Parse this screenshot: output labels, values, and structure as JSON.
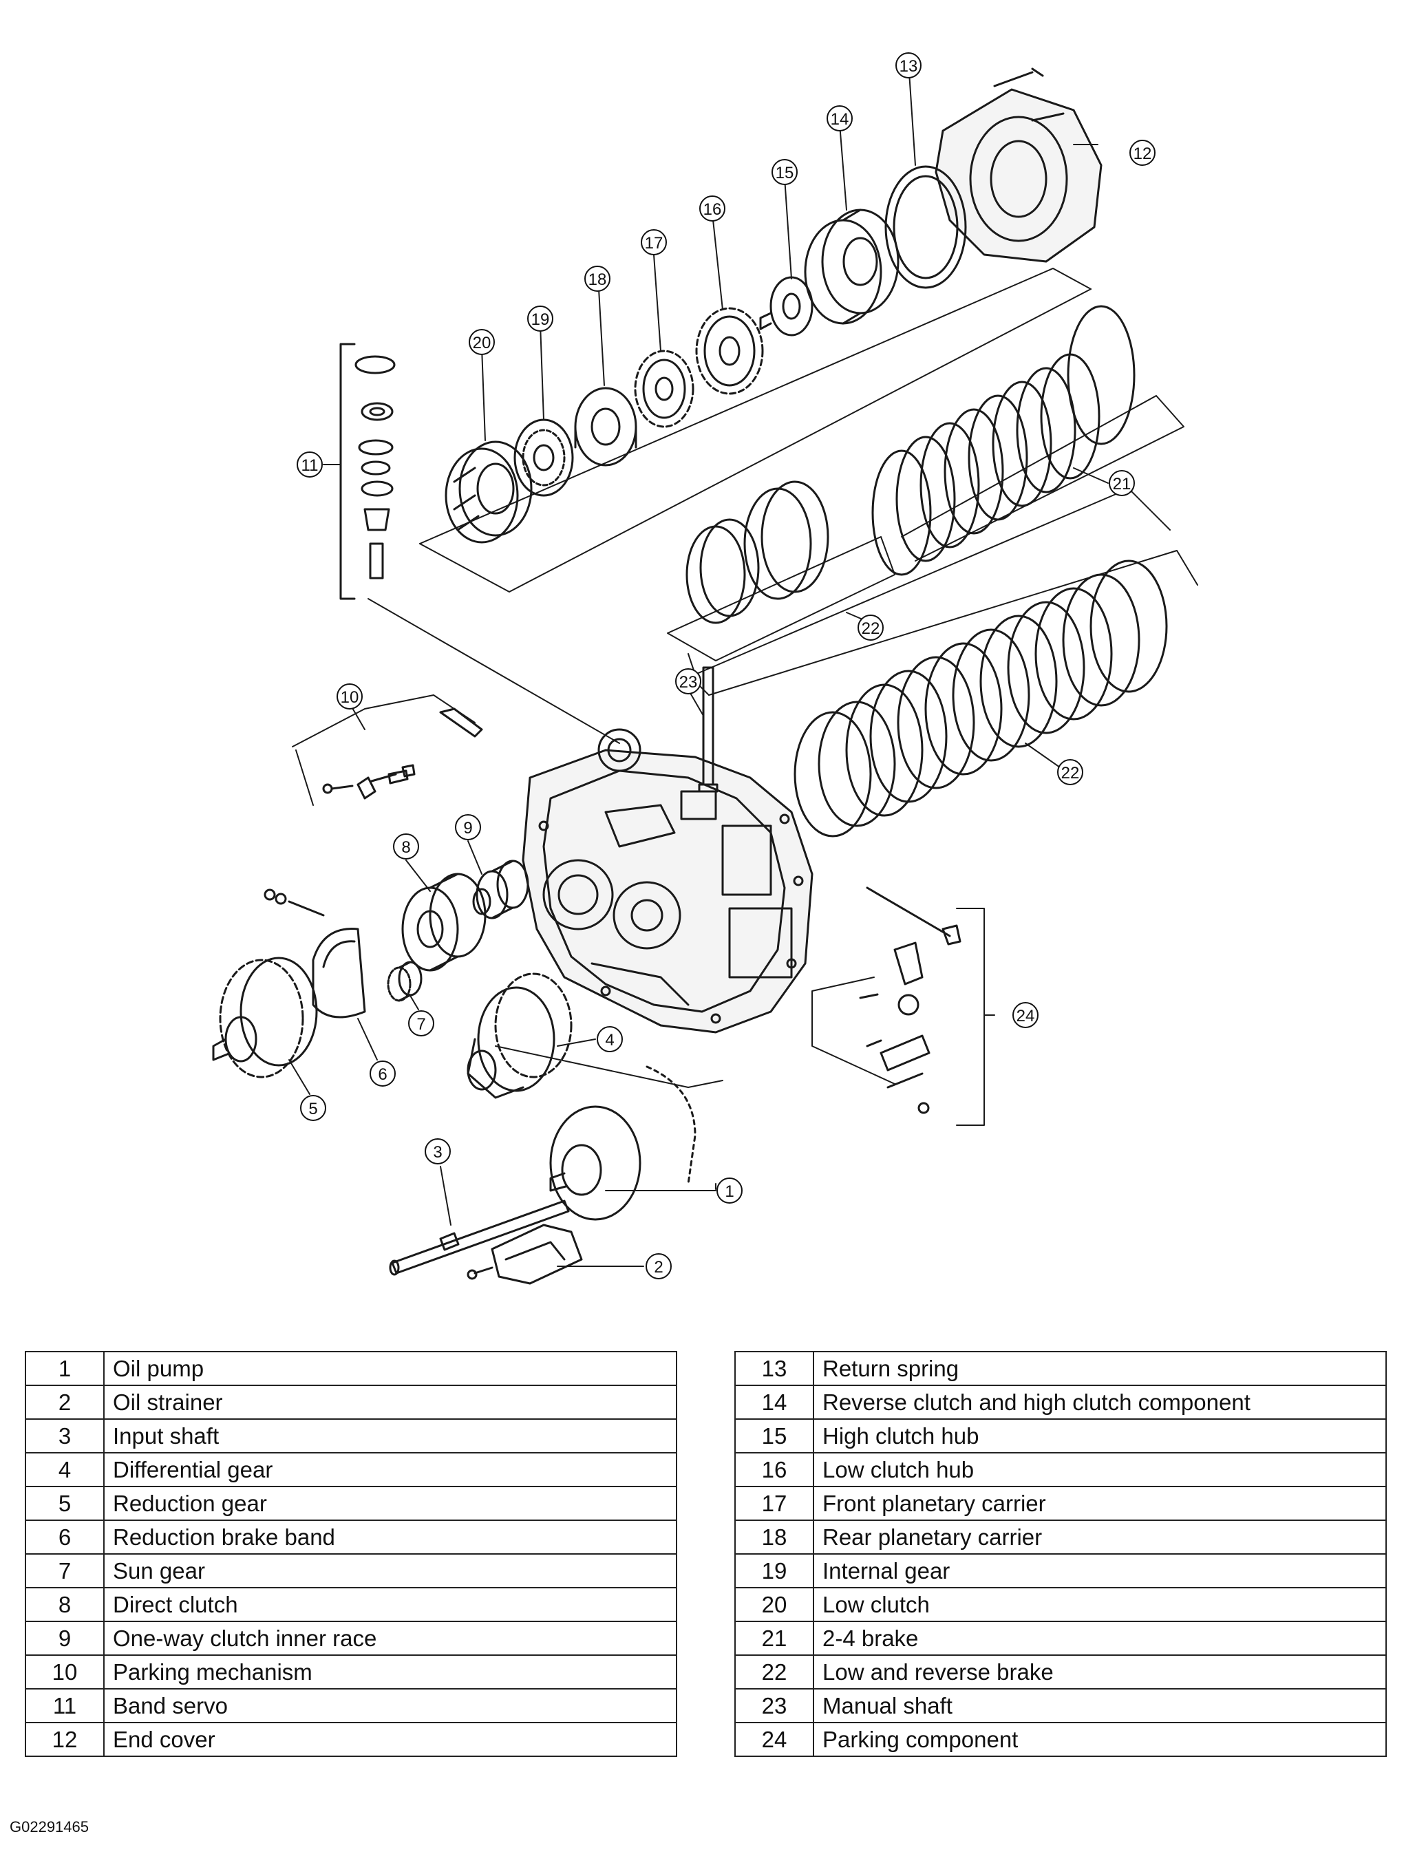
{
  "figure_code": "G02291465",
  "callouts": [
    "1",
    "2",
    "3",
    "4",
    "5",
    "6",
    "7",
    "8",
    "9",
    "10",
    "11",
    "12",
    "13",
    "14",
    "15",
    "16",
    "17",
    "18",
    "19",
    "20",
    "21",
    "22",
    "22",
    "23",
    "24"
  ],
  "parts_left": [
    {
      "num": "1",
      "name": "Oil pump"
    },
    {
      "num": "2",
      "name": "Oil strainer"
    },
    {
      "num": "3",
      "name": "Input shaft"
    },
    {
      "num": "4",
      "name": "Differential gear"
    },
    {
      "num": "5",
      "name": "Reduction gear"
    },
    {
      "num": "6",
      "name": "Reduction brake band"
    },
    {
      "num": "7",
      "name": "Sun gear"
    },
    {
      "num": "8",
      "name": "Direct clutch"
    },
    {
      "num": "9",
      "name": "One-way clutch inner race"
    },
    {
      "num": "10",
      "name": "Parking mechanism"
    },
    {
      "num": "11",
      "name": "Band servo"
    },
    {
      "num": "12",
      "name": "End cover"
    }
  ],
  "parts_right": [
    {
      "num": "13",
      "name": "Return spring"
    },
    {
      "num": "14",
      "name": "Reverse clutch and high clutch component"
    },
    {
      "num": "15",
      "name": "High clutch hub"
    },
    {
      "num": "16",
      "name": "Low clutch hub"
    },
    {
      "num": "17",
      "name": "Front planetary carrier"
    },
    {
      "num": "18",
      "name": "Rear planetary carrier"
    },
    {
      "num": "19",
      "name": "Internal gear"
    },
    {
      "num": "20",
      "name": "Low clutch"
    },
    {
      "num": "21",
      "name": "2-4 brake"
    },
    {
      "num": "22",
      "name": "Low and reverse brake"
    },
    {
      "num": "23",
      "name": "Manual shaft"
    },
    {
      "num": "24",
      "name": "Parking component"
    }
  ]
}
